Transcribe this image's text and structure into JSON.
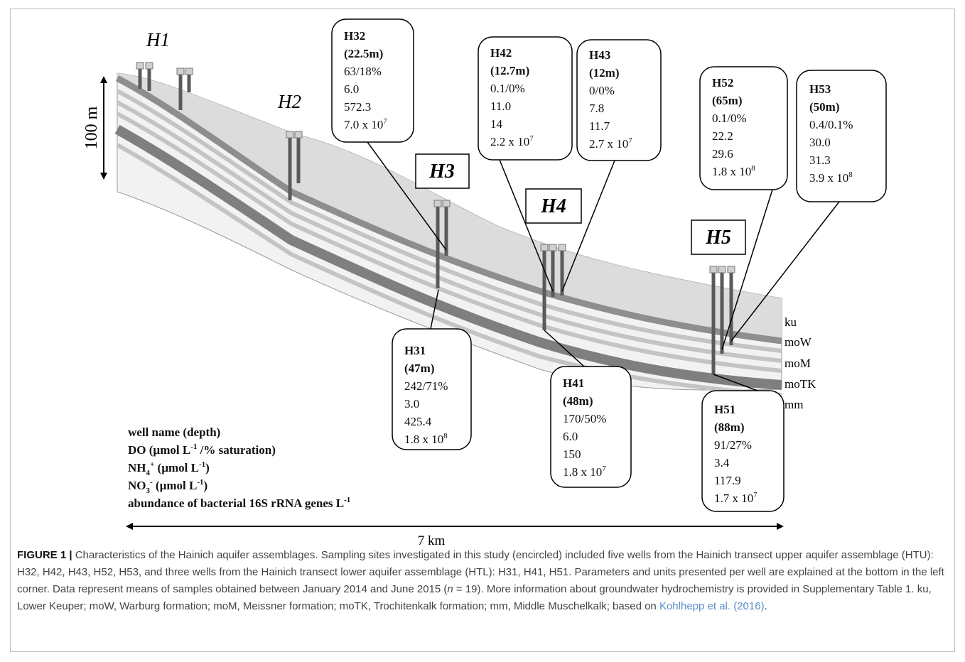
{
  "site_labels": {
    "h1": "H1",
    "h2": "H2",
    "h3": "H3",
    "h4": "H4",
    "h5": "H5"
  },
  "scale": {
    "vertical": "100 m",
    "horizontal": "7 km"
  },
  "layers": [
    "ku",
    "moW",
    "moM",
    "moTK",
    "mm"
  ],
  "wells": {
    "h32": {
      "name": "H32",
      "depth": "(22.5m)",
      "l1": "63/18%",
      "l2": "6.0",
      "l3": "572.3",
      "l4": "7.0 x 10",
      "exp": "7"
    },
    "h42": {
      "name": "H42",
      "depth": "(12.7m)",
      "l1": "0.1/0%",
      "l2": "11.0",
      "l3": "14",
      "l4": "2.2 x 10",
      "exp": "7"
    },
    "h43": {
      "name": "H43",
      "depth": "(12m)",
      "l1": "0/0%",
      "l2": "7.8",
      "l3": "11.7",
      "l4": "2.7 x 10",
      "exp": "7"
    },
    "h52": {
      "name": "H52",
      "depth": "(65m)",
      "l1": "0.1/0%",
      "l2": "22.2",
      "l3": "29.6",
      "l4": "1.8 x 10",
      "exp": "8"
    },
    "h53": {
      "name": "H53",
      "depth": "(50m)",
      "l1": "0.4/0.1%",
      "l2": "30.0",
      "l3": "31.3",
      "l4": "3.9 x 10",
      "exp": "8"
    },
    "h31": {
      "name": "H31",
      "depth": "(47m)",
      "l1": "242/71%",
      "l2": "3.0",
      "l3": "425.4",
      "l4": "1.8 x 10",
      "exp": "8"
    },
    "h41": {
      "name": "H41",
      "depth": "(48m)",
      "l1": "170/50%",
      "l2": "6.0",
      "l3": "150",
      "l4": "1.8 x 10",
      "exp": "7"
    },
    "h51": {
      "name": "H51",
      "depth": "(88m)",
      "l1": "91/27%",
      "l2": "3.4",
      "l3": "117.9",
      "l4": "1.7 x 10",
      "exp": "7"
    }
  },
  "legend": {
    "line1": "well name (depth)",
    "line2a": "DO (µmol L",
    "line2sup": "-1",
    "line2b": " /% saturation)",
    "line3a": "NH",
    "line3sub": "4",
    "line3sup": "+",
    "line3b": " (µmol L",
    "line3sup2": "-1",
    "line3c": ")",
    "line4a": "NO",
    "line4sub": "3",
    "line4sup": "-",
    "line4b": " (µmol L",
    "line4sup2": "-1",
    "line4c": ")",
    "line5a": "abundance of bacterial 16S rRNA genes L",
    "line5sup": "-1"
  },
  "caption": {
    "label": "FIGURE 1 |",
    "text_a": " Characteristics of the Hainich aquifer assemblages. Sampling sites investigated in this study (encircled) included five wells from the Hainich transect upper aquifer assemblage (HTU): H32, H42, H43, H52, H53, and three wells from the Hainich transect lower aquifer assemblage (HTL): H31, H41, H51. Parameters and units presented per well are explained at the bottom in the left corner. Data represent means of samples obtained between January 2014 and June 2015 (",
    "n": "n",
    "text_b": " = 19). More information about groundwater hydrochemistry is provided in Supplementary Table 1. ku, Lower Keuper; moW, Warburg formation; moM, Meissner formation; moTK, Trochitenkalk formation; mm, Middle Muschelkalk; based on ",
    "link": "Kohlhepp et al. (2016)",
    "text_c": "."
  }
}
